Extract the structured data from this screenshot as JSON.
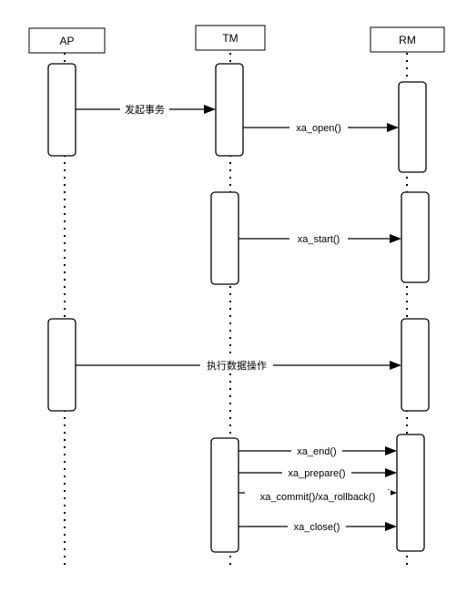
{
  "participants": [
    {
      "label": "AP"
    },
    {
      "label": "TM"
    },
    {
      "label": "RM"
    }
  ],
  "messages": [
    {
      "label": "发起事务",
      "from": "AP",
      "to": "TM"
    },
    {
      "label": "xa_open()",
      "from": "TM",
      "to": "RM"
    },
    {
      "label": "xa_start()",
      "from": "TM",
      "to": "RM"
    },
    {
      "label": "执行数据操作",
      "from": "AP",
      "to": "RM"
    },
    {
      "label": "xa_end()",
      "from": "TM",
      "to": "RM"
    },
    {
      "label": "xa_prepare()",
      "from": "TM",
      "to": "RM"
    },
    {
      "label": "xa_commit()/xa_rollback()",
      "from": "TM",
      "to": "RM"
    },
    {
      "label": "xa_close()",
      "from": "TM",
      "to": "RM"
    }
  ]
}
